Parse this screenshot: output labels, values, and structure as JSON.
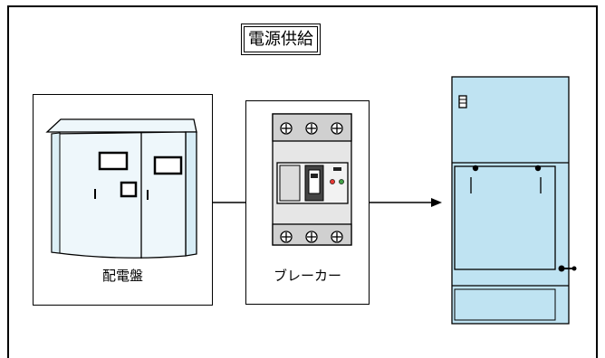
{
  "diagram": {
    "title": "電源供給",
    "panel_label": "配電盤",
    "breaker_label": "ブレーカー",
    "colors": {
      "equipment_fill": "#bfe3f2",
      "panel_fill": "#eef7fb",
      "breaker_body": "#e6e6e6",
      "breaker_red": "#e53935",
      "breaker_green": "#43a047",
      "line": "#000000"
    },
    "icons": [
      "distribution-panel-icon",
      "circuit-breaker-icon",
      "equipment-cabinet-icon",
      "arrow-right-icon"
    ]
  }
}
